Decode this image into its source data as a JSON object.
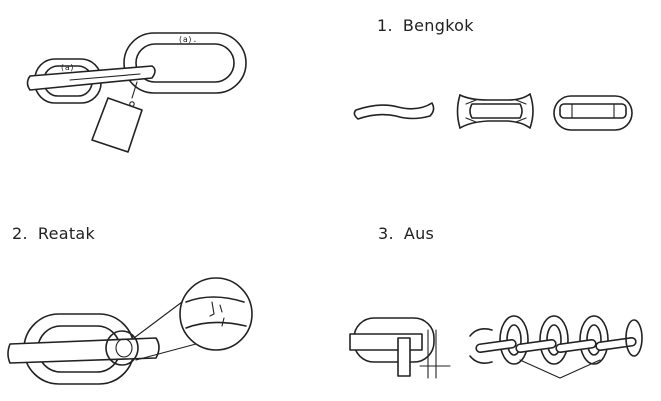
{
  "sections": [
    {
      "number": "1.",
      "label": "Bengkok"
    },
    {
      "number": "2.",
      "label": "Reatak"
    },
    {
      "number": "3.",
      "label": "Aus"
    }
  ],
  "marks": {
    "small_link": "(a)",
    "large_link": "(a)."
  }
}
